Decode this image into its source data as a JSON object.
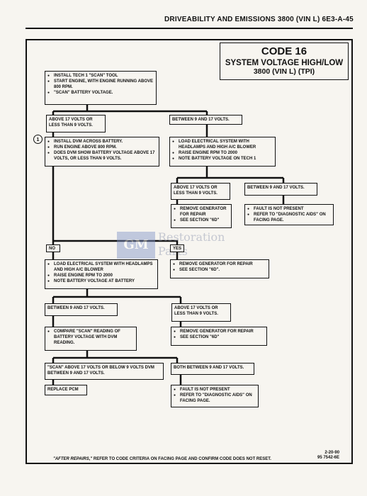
{
  "header": "DRIVEABILITY AND EMISSIONS  3800  (VIN L)  6E3-A-45",
  "title": {
    "code": "CODE 16",
    "line1": "SYSTEM VOLTAGE HIGH/LOW",
    "line2": "3800  (VIN L)  (TPI)"
  },
  "step_marker": "1",
  "boxes": {
    "start": [
      "INSTALL TECH 1 \"SCAN\" TOOL",
      "START ENGINE, WITH ENGINE RUNNING ABOVE 800 RPM.",
      "\"SCAN\" BATTERY VOLTAGE."
    ],
    "above17_a": "ABOVE 17 VOLTS OR LESS THAN 9 VOLTS.",
    "between_a": "BETWEEN 9 AND 17 VOLTS.",
    "dvm": [
      "INSTALL DVM ACROSS BATTERY.",
      "RUN ENGINE ABOVE 800 RPM.",
      "DOES DVM SHOW BATTERY VOLTAGE ABOVE 17 VOLTS, OR LESS THAN 9 VOLTS."
    ],
    "load_a": [
      "LOAD ELECTRICAL SYSTEM WITH HEADLAMPS AND HIGH A/C BLOWER",
      "RAISE ENGINE RPM TO 2000",
      "NOTE BATTERY VOLTAGE ON TECH 1"
    ],
    "above17_b": "ABOVE 17  VOLTS OR LESS THAN 9 VOLTS.",
    "between_b": "BETWEEN 9 AND 17 VOLTS.",
    "remove_a": [
      "REMOVE GENERATOR FOR REPAIR",
      "SEE SECTION \"6D\""
    ],
    "fault_a": [
      "FAULT IS NOT PRESENT",
      "REFER TO \"DIAGNOSTIC AIDS\" ON FACING PAGE."
    ],
    "no": "NO",
    "yes": "YES",
    "load_b": [
      "LOAD ELECTRICAL SYSTEM WITH HEADLAMPS AND HIGH A/C BLOWER",
      "RAISE ENGINE RPM TO 2000",
      "NOTE BATTERY VOLTAGE AT BATTERY"
    ],
    "remove_b": [
      "REMOVE GENERATOR FOR REPAIR",
      "SEE SECTION \"6D\"."
    ],
    "between_c": "BETWEEN 9 AND 17 VOLTS.",
    "above17_c": "ABOVE 17  VOLTS OR LESS THAN 9 VOLTS.",
    "compare": [
      "COMPARE \"SCAN\" READING OF BATTERY VOLTAGE WITH DVM READING."
    ],
    "remove_c": [
      "REMOVE GENERATOR FOR REPAIR",
      "SEE SECTION \"6D\""
    ],
    "scan_above": "\"SCAN\" ABOVE 17 VOLTS OR BELOW 9 VOLTS DVM BETWEEN 9 AND 17 VOLTS.",
    "both_between": "BOTH BETWEEN 9 AND 17 VOLTS.",
    "replace_pcm": "REPLACE PCM",
    "fault_b": [
      "FAULT IS NOT PRESENT",
      "REFER TO \"DIAGNOSTIC AIDS\" ON FACING PAGE."
    ]
  },
  "footer": {
    "emph": "\"AFTER REPAIRS,\"",
    "text": " REFER TO CODE CRITERIA ON FACING PAGE AND CONFIRM CODE DOES NOT RESET.",
    "date": "2-20-90",
    "doc": "95 7542-6E"
  },
  "watermark": {
    "badge": "GM",
    "word1": "Restoration",
    "word2": "Parts"
  }
}
